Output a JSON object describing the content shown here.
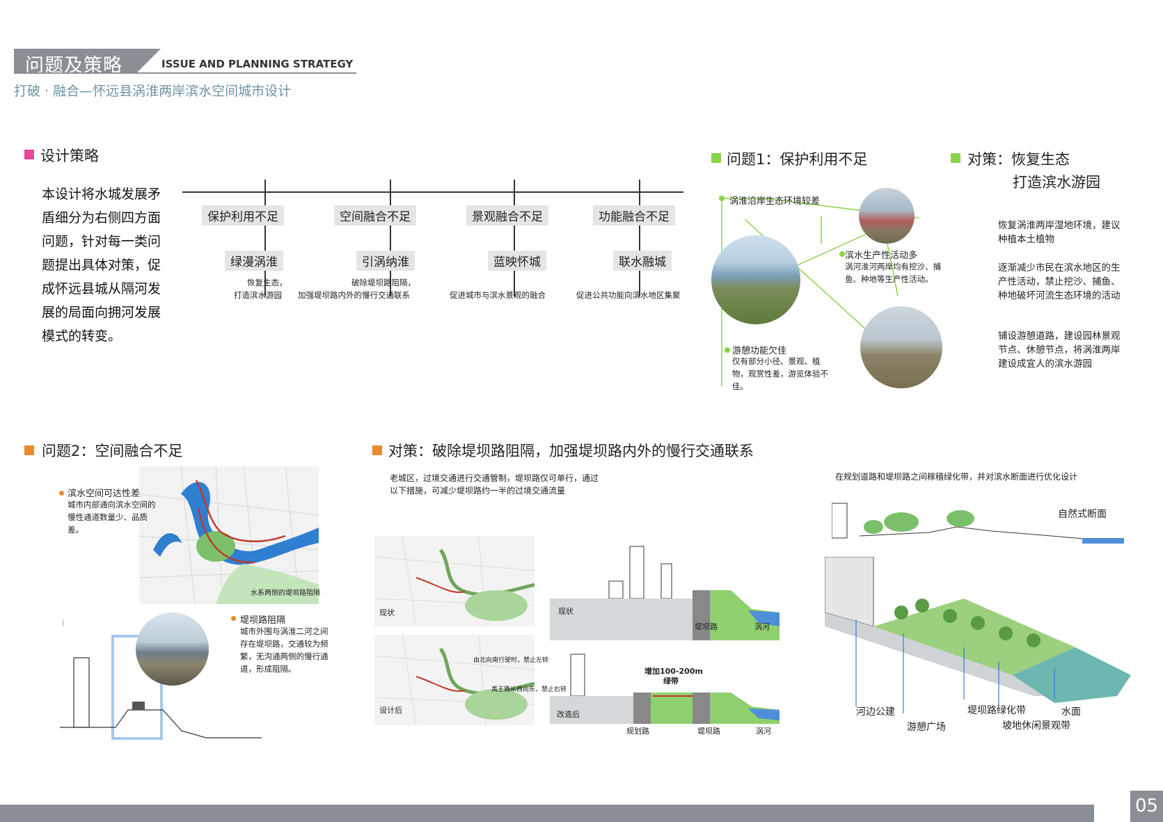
{
  "header": {
    "title": "问题及策略",
    "title_en": "ISSUE AND PLANNING STRATEGY",
    "subtitle": "打破 · 融合—怀远县涡淮两岸滨水空间城市设计"
  },
  "design_strategy": {
    "heading": "设计策略",
    "text": "本设计将水城发展矛盾细分为右侧四方面问题，针对每一类问题提出具体对策，促成怀远县城从隔河发展的局面向拥河发展模式的转变。"
  },
  "tree": [
    {
      "problem": "保护利用不足",
      "strategy": "绿漫涡淮",
      "desc1": "恢复生态，",
      "desc2": "打造滨水游园"
    },
    {
      "problem": "空间融合不足",
      "strategy": "引涡纳淮",
      "desc1": "破除堤坝路阻隔，",
      "desc2": "加强堤坝路内外的慢行交通联系"
    },
    {
      "problem": "景观融合不足",
      "strategy": "蓝映怀城",
      "desc1": "",
      "desc2": "促进城市与滨水景观的融合"
    },
    {
      "problem": "功能融合不足",
      "strategy": "联水融城",
      "desc1": "",
      "desc2": "促进公共功能向滨水地区集聚"
    }
  ],
  "problem1": {
    "heading": "问题1：保护利用不足",
    "label1": "涡淮沿岸生态环境较差",
    "label2_title": "滨水生产性活动多",
    "label2_text": "涡河淮河两岸均有挖沙、捕鱼、种地等生产性活动。",
    "label3_title": "游憩功能欠佳",
    "label3_text": "仅有部分小径、景观、植物，观赏性差，游览体验不佳。"
  },
  "strategy1": {
    "heading_line1": "对策：恢复生态",
    "heading_line2": "打造滨水游园",
    "p1": "恢复涡淮两岸湿地环境，建议种植本土植物",
    "p2": "逐渐减少市民在滨水地区的生产性活动，禁止挖沙、捕鱼、种地破坏河流生态环境的活动",
    "p3": "铺设游憩道路，建设园林景观节点、休憩节点，将涡淮两岸建设成宜人的滨水游园"
  },
  "problem2": {
    "heading": "问题2：空间融合不足",
    "label1_title": "滨水空间可达性差",
    "label1_text": "城市内部通向滨水空间的慢性通道数量少、品质差。",
    "map_label": "水系两侧的堤坝路阻隔",
    "label2_title": "堤坝路阻隔",
    "label2_text": "城市外围与涡淮二河之间存在堤坝路，交通较为频繁，无沟通两侧的慢行通道，形成阻隔。"
  },
  "strategy2": {
    "heading": "对策：破除堤坝路阻隔，加强堤坝路内外的慢行交通联系",
    "intro": "老城区，过境交通进行交通管制，堤坝路仅可单行，通过以下措施，可减少堤坝路约一半的过境交通流量",
    "map1_label": "现状",
    "map2_label": "设计后",
    "map_note1": "由北向南行驶时，禁止左转",
    "map_note2": "禹王路从西向东，禁止右转",
    "sec1_label": "现状",
    "sec1_road": "堤坝路",
    "sec1_river": "涡河",
    "sec2_label": "改造后",
    "sec2_add": "增加100-200m",
    "sec2_add2": "绿带",
    "sec2_road1": "规划路",
    "sec2_road2": "堤坝路",
    "sec2_river": "涡河"
  },
  "section_right": {
    "intro": "在规划道路和堤坝路之间稼穑绿化带，并对滨水断面进行优化设计",
    "natural": "自然式断面",
    "l1": "河边公建",
    "l2": "游憩广场",
    "l3": "堤坝路绿化带",
    "l4": "坡地休闲景观带",
    "l5": "水面"
  },
  "page_number": "05",
  "colors": {
    "pink": "#e8479a",
    "green": "#8bd34a",
    "orange": "#e88a2e",
    "gray": "#8a8f95",
    "blue": "#2f7fd0"
  }
}
